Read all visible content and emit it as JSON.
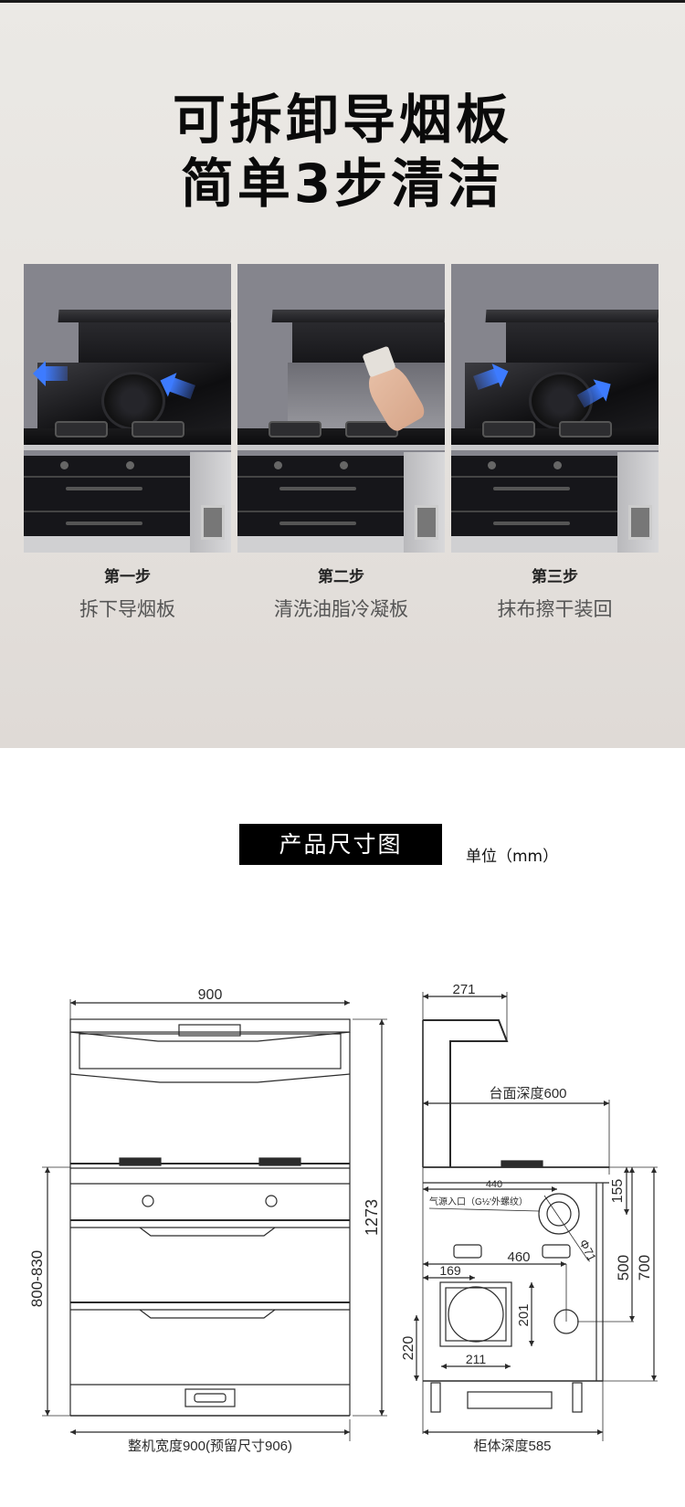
{
  "hero": {
    "title_line1": "可拆卸导烟板",
    "title_line2": "简单3步清洁",
    "steps": [
      {
        "label": "第一步",
        "description": "拆下导烟板",
        "image": "remove-panel-photo"
      },
      {
        "label": "第二步",
        "description": "清洗油脂冷凝板",
        "image": "clean-condenser-photo"
      },
      {
        "label": "第三步",
        "description": "抹布擦干装回",
        "image": "reinstall-panel-photo"
      }
    ],
    "colors": {
      "background": "#e7e4e0",
      "panel_bg": "#85858d",
      "arrow": "#3d7bff",
      "title": "#0a0a0a"
    }
  },
  "dimensions": {
    "section_title": "产品尺寸图",
    "unit": "单位（mm）",
    "front_view": {
      "top_width": "900",
      "total_height": "1273",
      "counter_height": "800-830",
      "bottom_label": "整机宽度900(预留尺寸906)"
    },
    "side_view": {
      "hood_depth": "271",
      "counter_depth": "台面深度600",
      "gas_offset": "440",
      "gas_inlet_label": "气源入口（G½'外螺纹）",
      "gas_inlet_diameter": "Φ71",
      "dim_155": "155",
      "dim_500": "500",
      "dim_700": "700",
      "dim_460": "460",
      "dim_169": "169",
      "dim_201": "201",
      "dim_211": "211",
      "dim_220": "220",
      "cabinet_depth": "柜体深度585"
    }
  }
}
